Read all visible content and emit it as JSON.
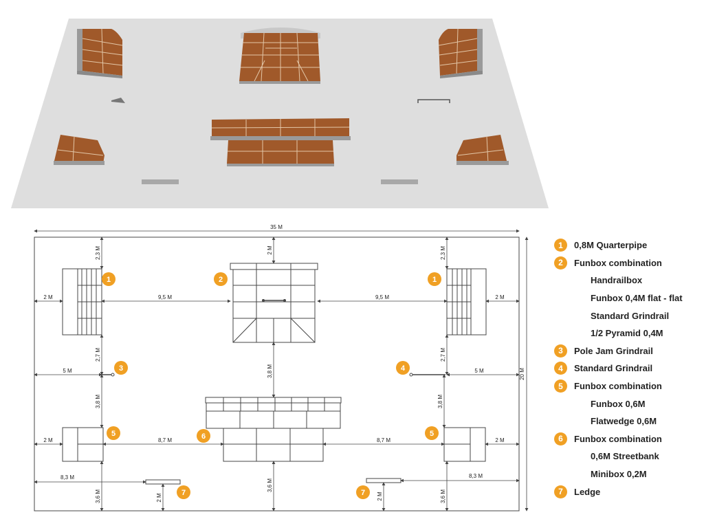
{
  "colors": {
    "accent": "#f0a024",
    "wood": "#a0592a",
    "wood_line": "#e3c7a8",
    "concrete": "#dedede",
    "ramp_side": "#9a9a9a",
    "plan_line": "#444444"
  },
  "dimensions": {
    "width": "35 M",
    "height": "20 M",
    "top_side": "2,3 M",
    "top_center": "2 M",
    "qp_side": "2 M",
    "gap_center": "9,5 M",
    "rail_gap": "2,7 M",
    "rail_side": "5 M",
    "center_v": "3,8 M",
    "lower_gap": "3,8 M",
    "fb_side": "2 M",
    "fb_gap": "8,7 M",
    "ledge_side": "8,3 M",
    "bottom_side": "3,6 M",
    "ledge_bottom": "2 M",
    "bottom_center": "3,6 M"
  },
  "markers": [
    "1",
    "2",
    "3",
    "4",
    "5",
    "6",
    "7"
  ],
  "legend": [
    {
      "type": "num",
      "num": "1",
      "text": "0,8M Quarterpipe"
    },
    {
      "type": "num",
      "num": "2",
      "text": "Funbox combination"
    },
    {
      "type": "sub",
      "text": "Handrailbox"
    },
    {
      "type": "sub",
      "text": "Funbox 0,4M flat - flat"
    },
    {
      "type": "sub",
      "text": "Standard Grindrail"
    },
    {
      "type": "sub",
      "text": "1/2 Pyramid 0,4M"
    },
    {
      "type": "num",
      "num": "3",
      "text": "Pole Jam Grindrail"
    },
    {
      "type": "num",
      "num": "4",
      "text": "Standard Grindrail"
    },
    {
      "type": "num",
      "num": "5",
      "text": "Funbox combination"
    },
    {
      "type": "sub",
      "text": "Funbox 0,6M"
    },
    {
      "type": "sub",
      "text": "Flatwedge 0,6M"
    },
    {
      "type": "num",
      "num": "6",
      "text": "Funbox combination"
    },
    {
      "type": "sub",
      "text": "0,6M Streetbank"
    },
    {
      "type": "sub",
      "text": "Minibox 0,2M"
    },
    {
      "type": "num",
      "num": "7",
      "text": "Ledge"
    }
  ]
}
